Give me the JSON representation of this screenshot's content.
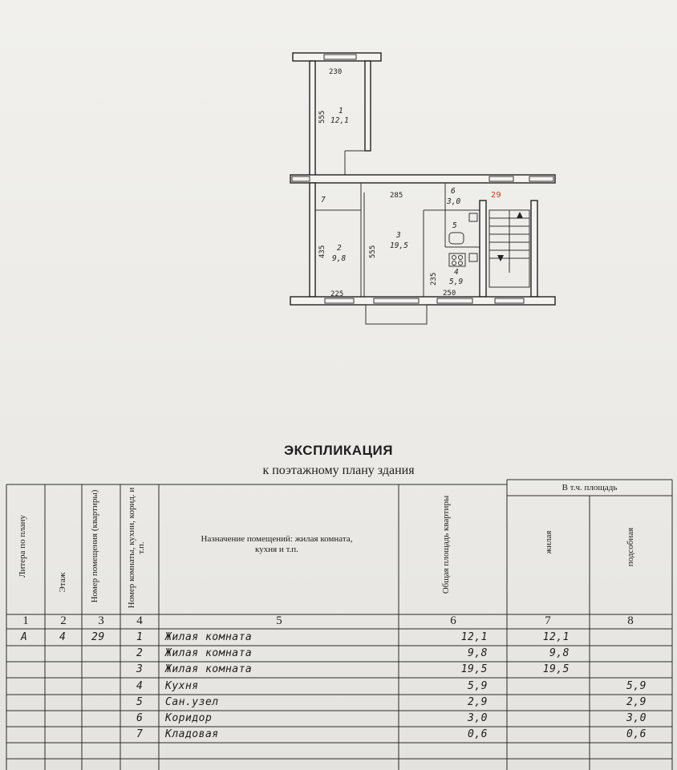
{
  "plan": {
    "apartment_label": "29",
    "rooms": [
      {
        "num": "1",
        "area": "12,1"
      },
      {
        "num": "2",
        "area": "9,8"
      },
      {
        "num": "3",
        "area": "19,5"
      },
      {
        "num": "4",
        "area": "5,9"
      },
      {
        "num": "5",
        "area": ""
      },
      {
        "num": "6",
        "area": "3,0"
      },
      {
        "num": "7",
        "area": ""
      }
    ],
    "dimensions": {
      "d230": "230",
      "d555a": "555",
      "d285": "285",
      "d435": "435",
      "d555b": "555",
      "d235": "235",
      "d225": "225",
      "d250": "250"
    }
  },
  "title": "ЭКСПЛИКАЦИЯ",
  "subtitle": "к поэтажному плану здания",
  "headers": {
    "col1": "Литера по плану",
    "col2": "Этаж",
    "col3": "Номер помещения (квартиры)",
    "col4": "Номер комнаты, кухни, корид. и т.п.",
    "col5": "Назначение помещений: жилая комната, кухня и т.п.",
    "col6": "Общая площадь квартиры",
    "group": "В т.ч. площадь",
    "col7": "жилая",
    "col8": "подсобная"
  },
  "column_numbers": [
    "1",
    "2",
    "3",
    "4",
    "5",
    "6",
    "7",
    "8"
  ],
  "rows": [
    {
      "litera": "А",
      "floor": "4",
      "apartment": "29",
      "room": "1",
      "purpose": "Жилая комната",
      "total": "12,1",
      "living": "12,1",
      "aux": ""
    },
    {
      "litera": "",
      "floor": "",
      "apartment": "",
      "room": "2",
      "purpose": "Жилая комната",
      "total": "9,8",
      "living": "9,8",
      "aux": ""
    },
    {
      "litera": "",
      "floor": "",
      "apartment": "",
      "room": "3",
      "purpose": "Жилая комната",
      "total": "19,5",
      "living": "19,5",
      "aux": ""
    },
    {
      "litera": "",
      "floor": "",
      "apartment": "",
      "room": "4",
      "purpose": "Кухня",
      "total": "5,9",
      "living": "",
      "aux": "5,9"
    },
    {
      "litera": "",
      "floor": "",
      "apartment": "",
      "room": "5",
      "purpose": "Сан.узел",
      "total": "2,9",
      "living": "",
      "aux": "2,9"
    },
    {
      "litera": "",
      "floor": "",
      "apartment": "",
      "room": "6",
      "purpose": "Коридор",
      "total": "3,0",
      "living": "",
      "aux": "3,0"
    },
    {
      "litera": "",
      "floor": "",
      "apartment": "",
      "room": "7",
      "purpose": "Кладовая",
      "total": "0,6",
      "living": "",
      "aux": "0,6"
    }
  ]
}
